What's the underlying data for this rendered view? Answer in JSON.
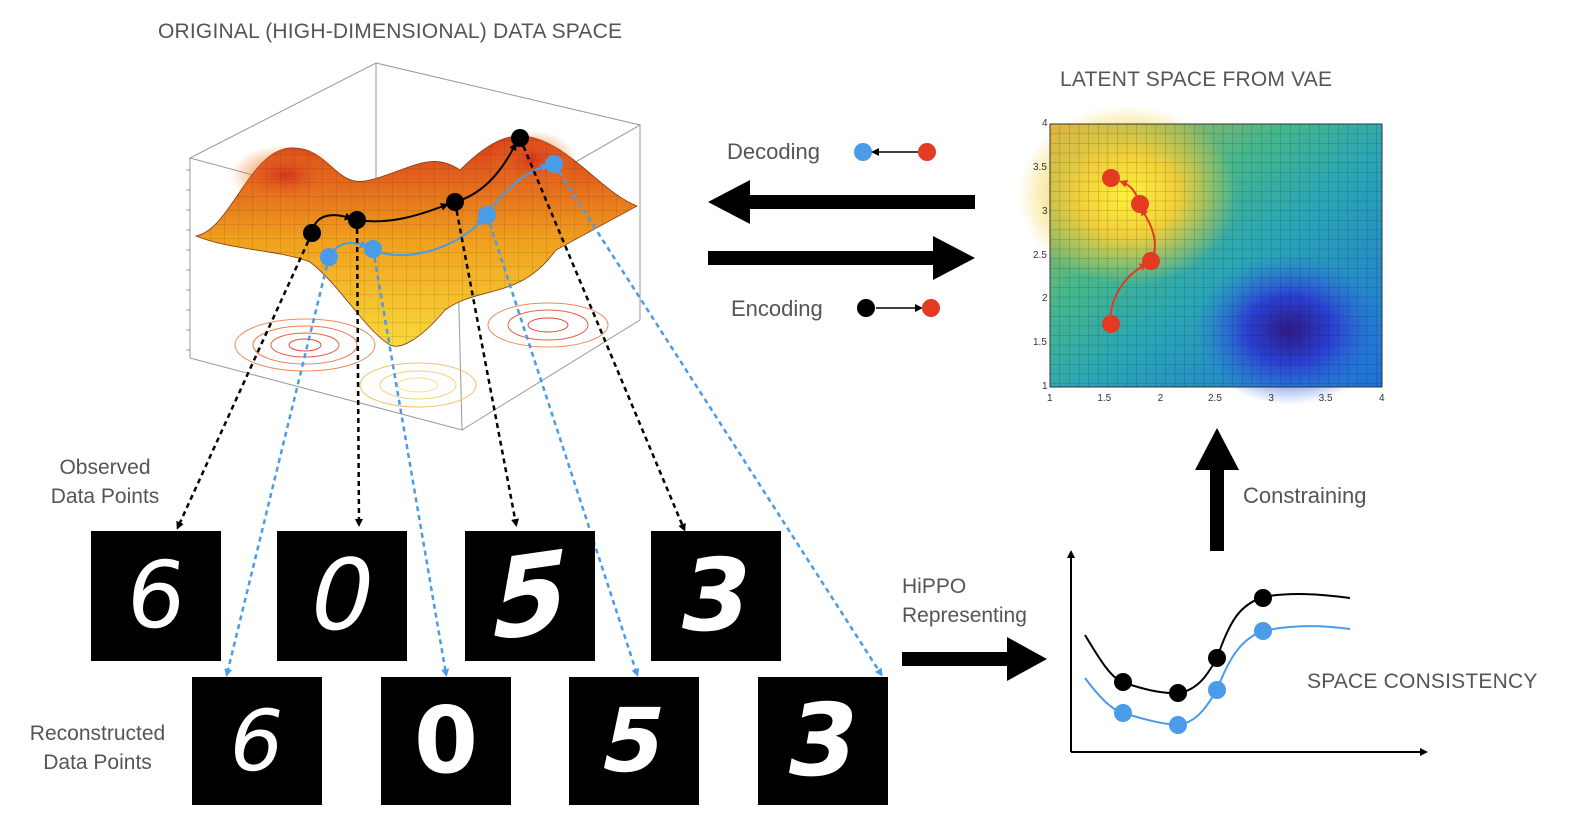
{
  "titles": {
    "data_space": "ORIGINAL (HIGH-DIMENSIONAL) DATA SPACE",
    "latent_space": "LATENT SPACE FROM VAE",
    "space_consistency": "SPACE CONSISTENCY"
  },
  "labels": {
    "observed_line1": "Observed",
    "observed_line2": "Data Points",
    "reconstructed_line1": "Reconstructed",
    "reconstructed_line2": "Data Points",
    "decoding": "Decoding",
    "encoding": "Encoding",
    "hippo_line1": "HiPPO",
    "hippo_line2": "Representing",
    "constraining": "Constraining"
  },
  "digits": {
    "observed": [
      "6",
      "0",
      "5",
      "3"
    ],
    "reconstructed": [
      "6",
      "0",
      "5",
      "3"
    ]
  },
  "latent_axes": {
    "x_ticks": [
      "1",
      "1.5",
      "2",
      "2.5",
      "3",
      "3.5",
      "4"
    ],
    "y_ticks": [
      "4",
      "3.5",
      "3",
      "2.5",
      "2",
      "1.5",
      "1"
    ]
  },
  "colors": {
    "black_point": "#000000",
    "blue_point": "#4a9be8",
    "red_point": "#e23b22"
  }
}
